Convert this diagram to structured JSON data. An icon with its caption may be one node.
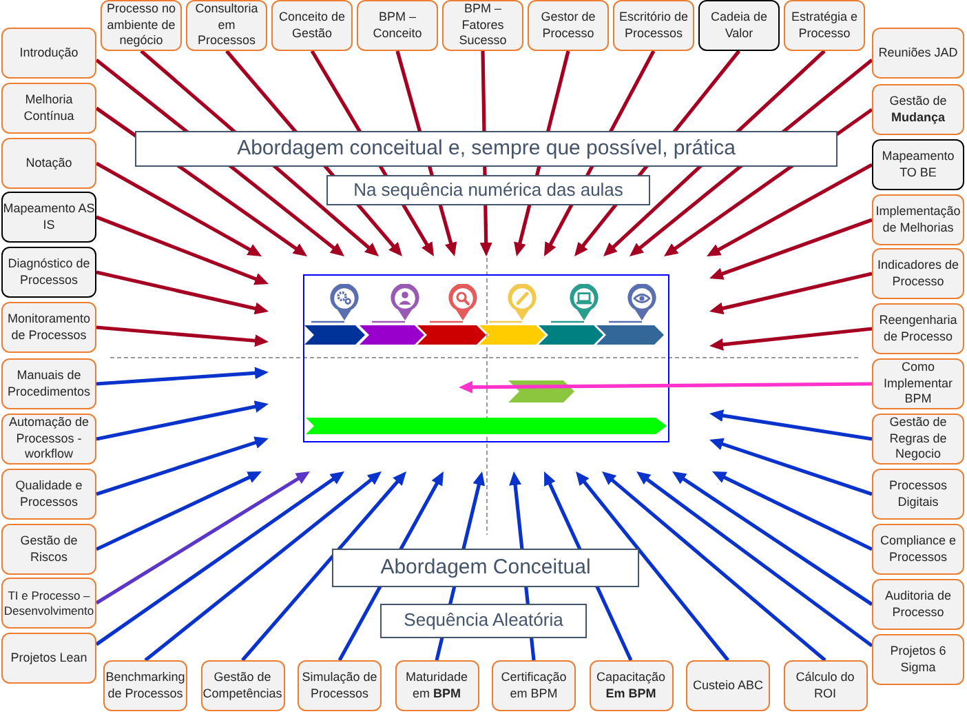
{
  "diagram": {
    "nodes": [
      {
        "text": [
          "Processo no ambiente de negócio"
        ]
      },
      {
        "text": [
          "Consultoria em Processos"
        ]
      },
      {
        "text": [
          "Conceito de Gestão"
        ]
      },
      {
        "text": [
          "BPM – Conceito"
        ]
      },
      {
        "text": [
          "BPM – Fatores Sucesso"
        ]
      },
      {
        "text": [
          "Gestor de Processo"
        ]
      },
      {
        "text": [
          "Escritório de Processos"
        ]
      },
      {
        "text": [
          "Cadeia de Valor"
        ]
      },
      {
        "text": [
          "Estratégia e Processo"
        ]
      },
      {
        "text": [
          "Introdução"
        ]
      },
      {
        "text": [
          "Reuniões JAD"
        ]
      },
      {
        "text": [
          "Melhoria Contínua"
        ]
      },
      {
        "text": [
          "Gestão de **Mudança**"
        ]
      },
      {
        "text": [
          "Abordagem conceitual e, sempre que possível, prática"
        ]
      },
      {
        "text": [
          "Notação"
        ]
      },
      {
        "text": [
          "Mapeamento TO BE"
        ]
      },
      {
        "text": [
          "Na sequência numérica das aulas"
        ]
      },
      {
        "text": [
          "Mapeamento AS IS"
        ]
      },
      {
        "text": [
          "Implementação de Melhorias"
        ]
      },
      {
        "text": [
          "Diagnóstico de Processos"
        ]
      },
      {
        "text": [
          "Indicadores de Processo"
        ]
      },
      {
        "text": [
          "Monitoramento de Processos"
        ]
      },
      {
        "text": [
          "Reengenharia de Processo"
        ]
      },
      {
        "text": [
          "Manuais de Procedimentos"
        ]
      },
      {
        "text": [
          "Como Implementar BPM"
        ]
      },
      {
        "text": [
          "Automação de Processos - workflow"
        ]
      },
      {
        "text": [
          "Gestão de Regras de Negocio"
        ]
      },
      {
        "text": [
          "Qualidade e Processos"
        ]
      },
      {
        "text": [
          "Processos Digitais"
        ]
      },
      {
        "text": [
          "Gestão de Riscos"
        ]
      },
      {
        "text": [
          "Compliance e Processos"
        ]
      },
      {
        "text": [
          "Abordagem Conceitual"
        ]
      },
      {
        "text": [
          "TI e Processo – Desenvolvimento"
        ]
      },
      {
        "text": [
          "Auditoria de Processo"
        ]
      },
      {
        "text": [
          "Sequência Aleatória"
        ]
      },
      {
        "text": [
          "Projetos Lean"
        ]
      },
      {
        "text": [
          "Projetos 6 Sigma"
        ]
      },
      {
        "text": [
          "Benchmarking de Processos"
        ]
      },
      {
        "text": [
          "Gestão de Competências"
        ]
      },
      {
        "text": [
          "Simulação de Processos"
        ]
      },
      {
        "text": [
          "Maturidade em **BPM**"
        ]
      },
      {
        "text": [
          "Certificação em BPM"
        ]
      },
      {
        "text": [
          "Capacitação **Em BPM**"
        ]
      },
      {
        "text": [
          "Custeio ABC"
        ]
      },
      {
        "text": [
          "Cálculo do ROI"
        ]
      }
    ],
    "edges": [
      {
        "from": 0,
        "to": null,
        "arrow": "to"
      },
      {
        "from": 1,
        "to": null,
        "arrow": "to"
      },
      {
        "from": 2,
        "to": null,
        "arrow": "to"
      },
      {
        "from": 3,
        "to": null,
        "arrow": "to"
      },
      {
        "from": 4,
        "to": null,
        "arrow": "to"
      },
      {
        "from": 5,
        "to": null,
        "arrow": "to"
      },
      {
        "from": 6,
        "to": null,
        "arrow": "to"
      },
      {
        "from": 7,
        "to": null,
        "arrow": "to"
      },
      {
        "from": 8,
        "to": null,
        "arrow": "to"
      },
      {
        "from": 9,
        "to": null,
        "arrow": "to"
      },
      {
        "from": 10,
        "to": null,
        "arrow": "to"
      },
      {
        "from": 11,
        "to": null,
        "arrow": "to"
      },
      {
        "from": 12,
        "to": null,
        "arrow": "to"
      },
      {
        "from": 14,
        "to": null,
        "arrow": "to"
      },
      {
        "from": 15,
        "to": null,
        "arrow": "to"
      },
      {
        "from": 17,
        "to": null,
        "arrow": "to"
      },
      {
        "from": 18,
        "to": null,
        "arrow": "to"
      },
      {
        "from": 19,
        "to": null,
        "arrow": "to"
      },
      {
        "from": 20,
        "to": null,
        "arrow": "to"
      },
      {
        "from": 21,
        "to": null,
        "arrow": "to"
      },
      {
        "from": 22,
        "to": null,
        "arrow": "to"
      },
      {
        "from": 23,
        "to": null,
        "arrow": "to",
        "color": "#0a33cc"
      },
      {
        "from": 24,
        "to": null,
        "arrow": "to",
        "color": "#ff33cc"
      },
      {
        "from": 25,
        "to": null,
        "arrow": "to",
        "color": "#0a33cc"
      },
      {
        "from": 26,
        "to": null,
        "arrow": "to",
        "color": "#0a33cc"
      },
      {
        "from": 27,
        "to": null,
        "arrow": "to",
        "color": "#0a33cc"
      },
      {
        "from": 28,
        "to": null,
        "arrow": "to",
        "color": "#0a33cc"
      },
      {
        "from": 29,
        "to": null,
        "arrow": "to",
        "color": "#0a33cc"
      },
      {
        "from": 30,
        "to": null,
        "arrow": "to",
        "color": "#0a33cc"
      },
      {
        "from": 32,
        "to": null,
        "arrow": "to",
        "color": "#5b37c8"
      },
      {
        "from": 33,
        "to": null,
        "arrow": "to",
        "color": "#0a33cc"
      },
      {
        "from": 35,
        "to": null,
        "arrow": "to",
        "color": "#0a33cc"
      },
      {
        "from": 36,
        "to": null,
        "arrow": "to",
        "color": "#0a33cc"
      },
      {
        "from": 37,
        "to": null,
        "arrow": "to",
        "color": "#0a33cc"
      },
      {
        "from": 38,
        "to": null,
        "arrow": "to",
        "color": "#0a33cc"
      },
      {
        "from": 39,
        "to": null,
        "arrow": "to",
        "color": "#0a33cc"
      },
      {
        "from": 40,
        "to": null,
        "arrow": "to",
        "color": "#0a33cc"
      },
      {
        "from": 41,
        "to": null,
        "arrow": "to",
        "color": "#0a33cc"
      },
      {
        "from": 42,
        "to": null,
        "arrow": "to",
        "color": "#0a33cc"
      },
      {
        "from": 43,
        "to": null,
        "arrow": "to",
        "color": "#0a33cc"
      },
      {
        "from": 44,
        "to": null,
        "arrow": "to",
        "color": "#0a33cc"
      }
    ]
  }
}
